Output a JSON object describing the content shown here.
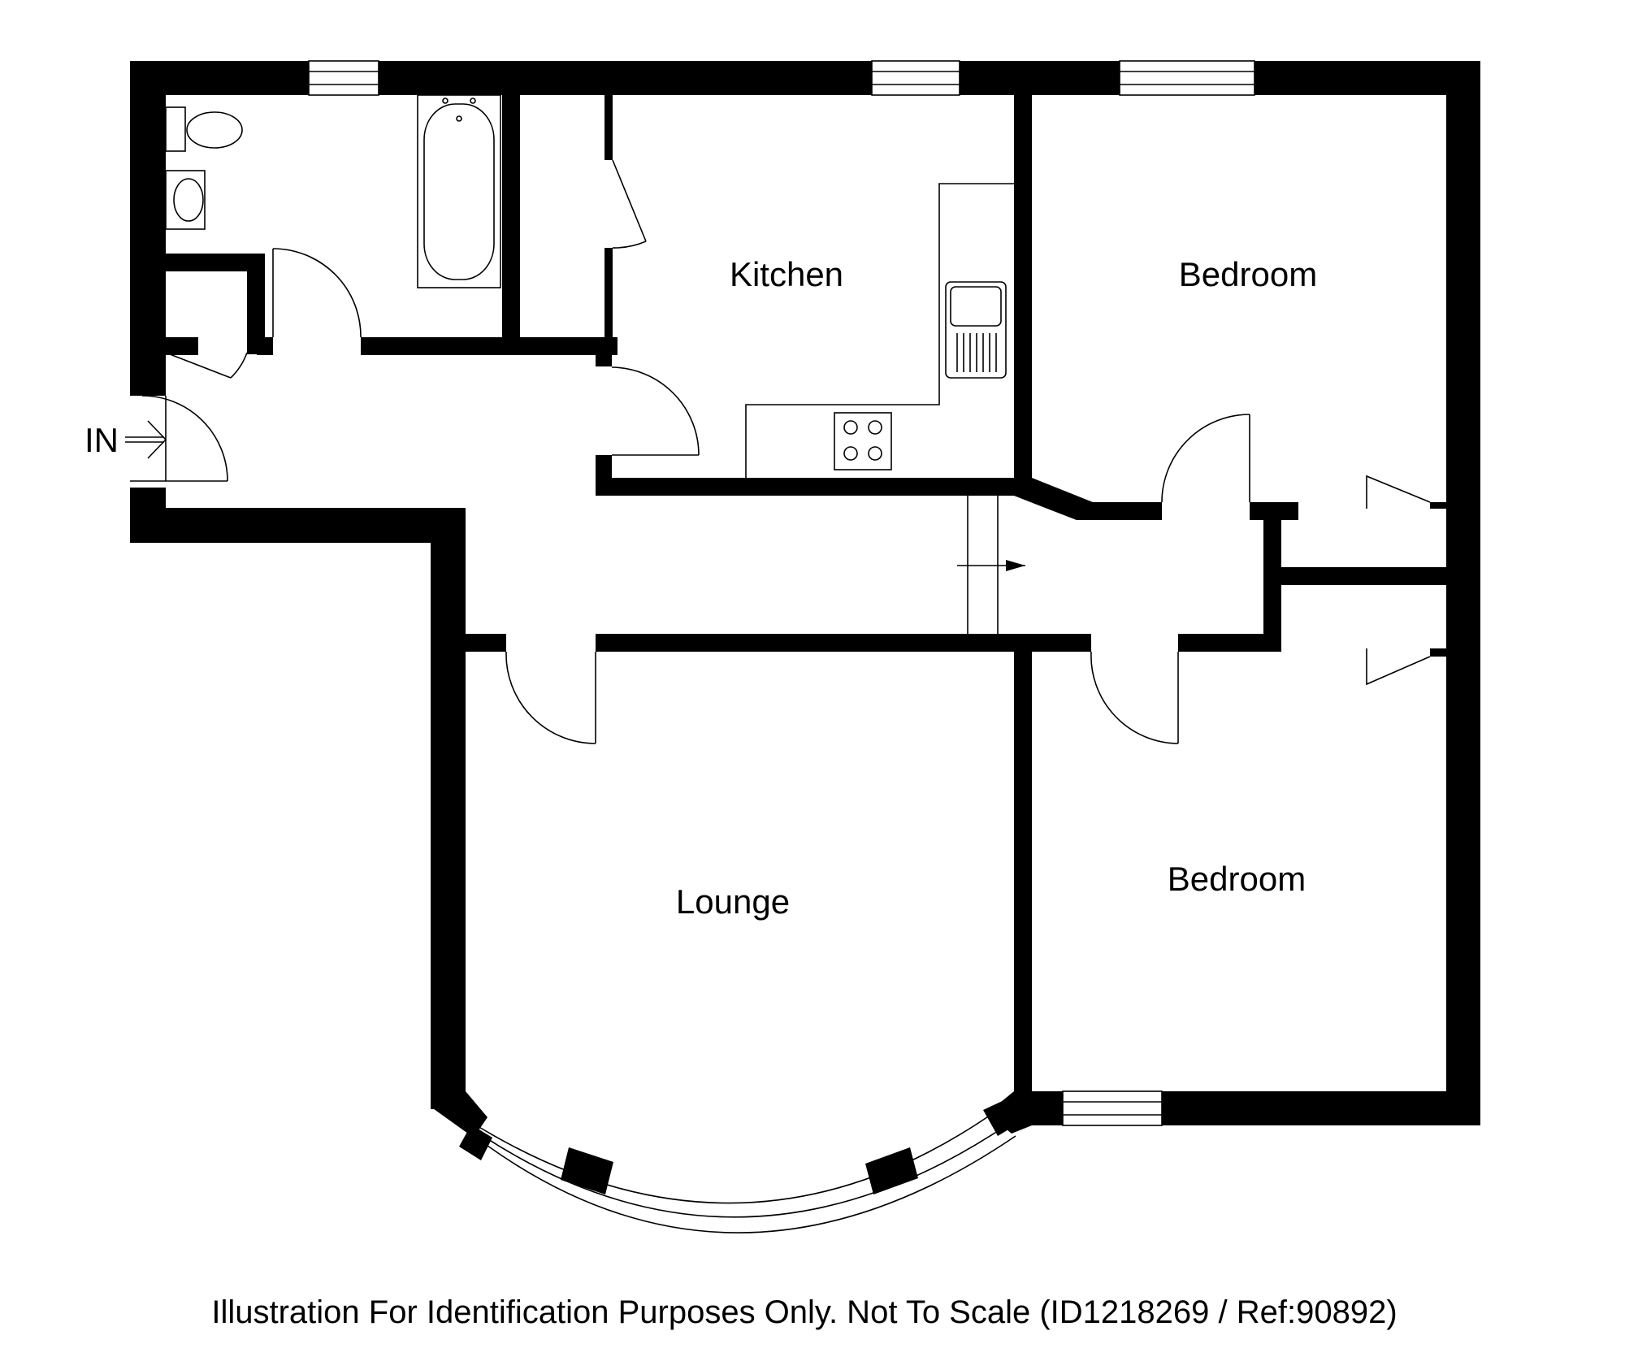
{
  "rooms": {
    "kitchen": "Kitchen",
    "bedroom_top": "Bedroom",
    "bedroom_bottom": "Bedroom",
    "lounge": "Lounge"
  },
  "entry": {
    "label": "IN"
  },
  "caption": "Illustration For Identification Purposes Only. Not To Scale (ID1218269 / Ref:90892)",
  "colors": {
    "walls": "#000000",
    "background": "#ffffff"
  }
}
